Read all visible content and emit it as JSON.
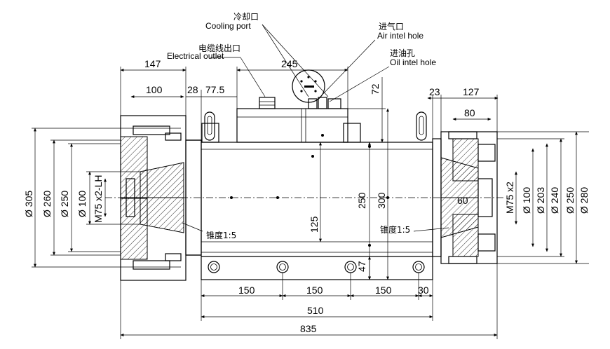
{
  "labels": {
    "cooling_cn": "冷却口",
    "cooling_en": "Cooling port",
    "air_cn": "进气口",
    "air_en": "Air intel hole",
    "oil_cn": "进油孔",
    "oil_en": "Oil intel hole",
    "elec_cn": "电缆线出口",
    "elec_en": "Electrical outlet",
    "taper_left": "锥度1:5",
    "taper_right": "锥度1:5"
  },
  "dimensions": {
    "d147": "147",
    "d100_top": "100",
    "d28": "28",
    "d77_5": "77.5",
    "d245": "245",
    "d72": "72",
    "d23": "23",
    "d127": "127",
    "d80": "80",
    "d250_mid": "250",
    "d300": "300",
    "d125": "125",
    "d60": "60",
    "d47": "47",
    "d150_a": "150",
    "d150_b": "150",
    "d150_c": "150",
    "d30": "30",
    "d510": "510",
    "d835": "835",
    "dia305": "Ø 305",
    "dia260": "Ø 260",
    "dia250_left": "Ø 250",
    "dia100_left": "Ø 100",
    "thread_left": "M75 x2-LH",
    "thread_right": "M75 x2",
    "dia100_right": "Ø 100",
    "dia203": "Ø 203",
    "dia240": "Ø 240",
    "dia250_right": "Ø 250",
    "dia280": "Ø 280"
  }
}
